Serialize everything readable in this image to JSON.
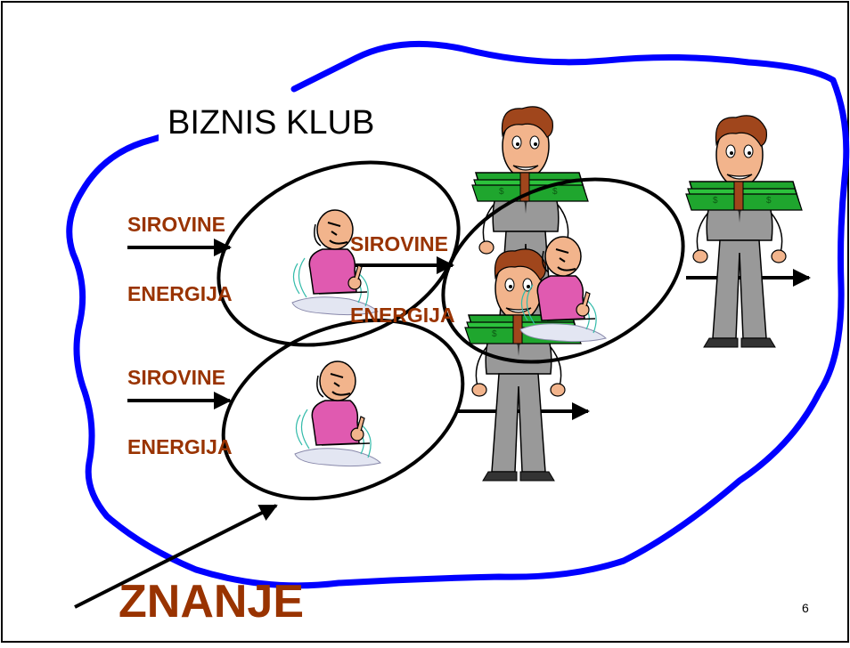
{
  "slide": {
    "title": "BIZNIS KLUB",
    "page_number": "6",
    "knowledge_label": "ZNANJE",
    "inputs": [
      {
        "sirovine": "SIROVINE",
        "energija": "ENERGIJA"
      },
      {
        "sirovine": "SIROVINE",
        "energija": "ENERGIJA"
      },
      {
        "sirovine": "SIROVINE",
        "energija": "ENERGIJA"
      }
    ]
  },
  "colors": {
    "club_outline": "#0000FF",
    "label_text": "#993300",
    "money": "#1FA62E",
    "suit": "#999999",
    "shirt": "#E05AB0"
  },
  "icons": {
    "worker": "worker-clipart-icon",
    "businessman": "businessman-with-money-icon"
  }
}
